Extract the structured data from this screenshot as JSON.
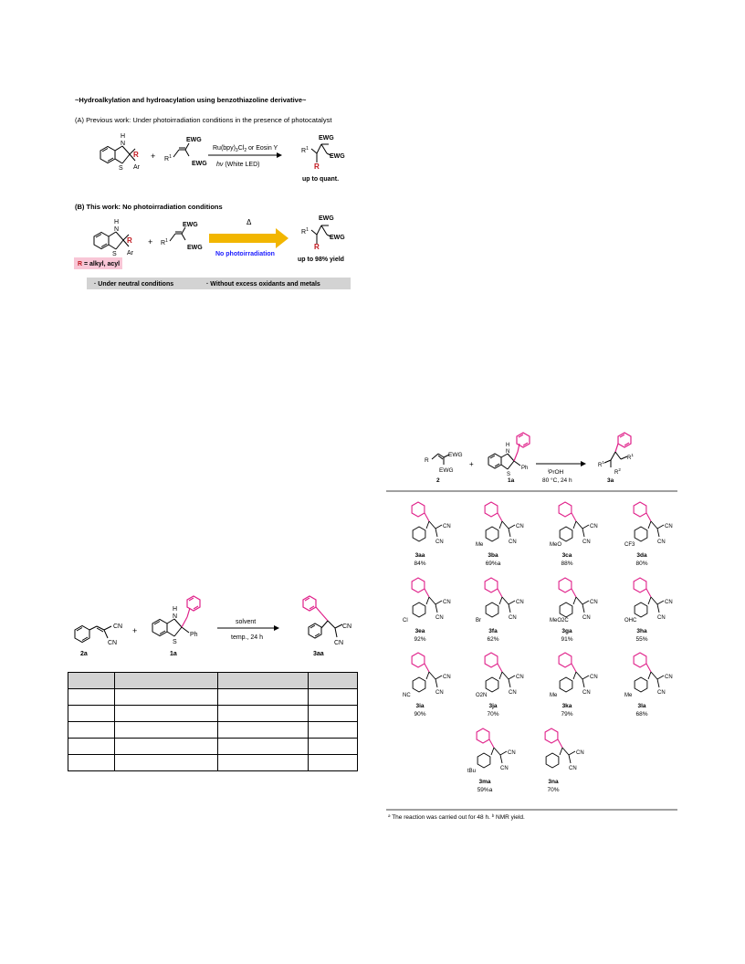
{
  "scheme_top": {
    "title": "~Hydroalkylation and hydroacylation using benzothiazoline derivative~",
    "part_a": {
      "heading": "(A) Previous work: Under photoirradiation conditions in the presence of photocatalyst",
      "reagent_line1": "Ru(bpy)3Cl2 or Eosin Y",
      "reagent_line2": "hν (White LED)",
      "result": "up to quant."
    },
    "part_b": {
      "heading": "(B) This work: No photoirradiation conditions",
      "arrow_top": "Δ",
      "arrow_bottom": "No photoirradiation",
      "result": "up to 98% yield",
      "r_def": "R = alkyl, acyl",
      "note1": "Under neutral conditions",
      "note2": "Without excess oxidants and metals"
    },
    "labels": {
      "nh": "H",
      "n": "N",
      "s": "S",
      "r": "R",
      "ar": "Ar",
      "r1": "R1",
      "ewg": "EWG",
      "plus": "+"
    }
  },
  "scheme_left": {
    "reactant1": "2a",
    "reactant2": "1a",
    "product": "3aa",
    "conditions_top": "solvent",
    "conditions_bottom": "temp., 24 h",
    "ph": "Ph",
    "cn": "CN",
    "table_rows": 6
  },
  "scheme_right": {
    "reactant1": "2",
    "reactant2": "1a",
    "product": "3a",
    "conditions_top": "iPrOH",
    "conditions_bottom": "80 °C, 24 h",
    "ewg": "EWG",
    "footnote": "a The reaction was carried out for 48 h. b NMR yield.",
    "compounds": [
      {
        "name": "3aa",
        "yield": "84%",
        "sub": ""
      },
      {
        "name": "3ba",
        "yield": "69%a",
        "sub": "Me"
      },
      {
        "name": "3ca",
        "yield": "88%",
        "sub": "MeO"
      },
      {
        "name": "3da",
        "yield": "80%",
        "sub": "CF3"
      },
      {
        "name": "3ea",
        "yield": "92%",
        "sub": "Cl"
      },
      {
        "name": "3fa",
        "yield": "62%",
        "sub": "Br"
      },
      {
        "name": "3ga",
        "yield": "91%",
        "sub": "MeO2C"
      },
      {
        "name": "3ha",
        "yield": "55%",
        "sub": "OHC"
      },
      {
        "name": "3ia",
        "yield": "90%",
        "sub": "NC"
      },
      {
        "name": "3ja",
        "yield": "70%",
        "sub": "O2N"
      },
      {
        "name": "3ka",
        "yield": "79%",
        "sub": "Me"
      },
      {
        "name": "3la",
        "yield": "68%",
        "sub": "Me"
      },
      {
        "name": "3ma",
        "yield": "59%a",
        "sub": "tBu"
      },
      {
        "name": "3na",
        "yield": "70%",
        "sub": ""
      }
    ]
  },
  "colors": {
    "magenta": "#e0218a",
    "red": "#c0171e",
    "blue": "#1a1aff",
    "orange": "#f2b600",
    "pink_box": "#f8c6d6",
    "gray_box": "#d3d3d3"
  }
}
